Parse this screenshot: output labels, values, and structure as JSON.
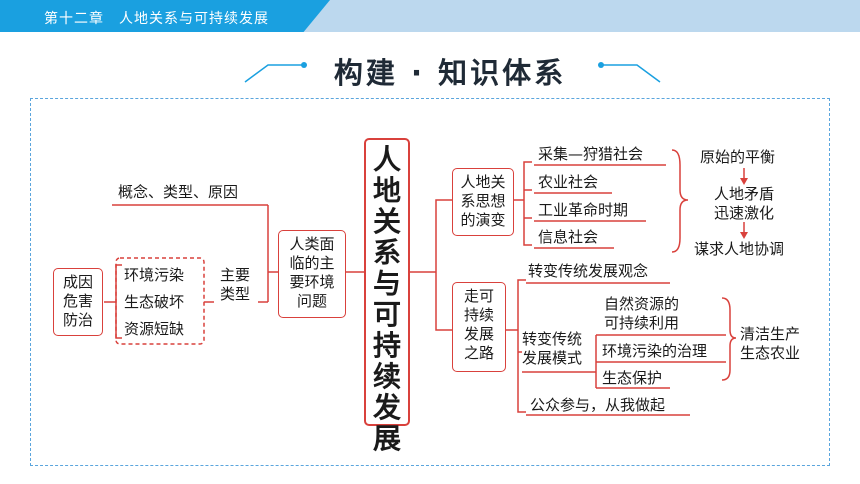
{
  "header": {
    "chapter_title": "第十二章　人地关系与可持续发展"
  },
  "heading": {
    "title": "构建 · 知识体系"
  },
  "colors": {
    "accent": "#1aa0e0",
    "line": "#d9413c",
    "frame": "#5aa5dd"
  },
  "center": {
    "label": "人\n地\n关\n系\n与\n可\n持\n续\n发\n展"
  },
  "left": {
    "causes_box": "成因\n危害\n防治",
    "problems": [
      "环境污染",
      "生态破坏",
      "资源短缺"
    ],
    "main_types": "主要\n类型",
    "concepts": "概念、类型、原因",
    "human_env_box": "人类面\n临的主\n要环境\n问题"
  },
  "upper": {
    "thought_box": "人地关\n系思想\n的演变",
    "stages": [
      "采集—狩猎社会",
      "农业社会",
      "工业革命时期",
      "信息社会"
    ],
    "evolution": [
      "原始的平衡",
      "人地矛盾\n迅速激化",
      "谋求人地协调"
    ]
  },
  "lower": {
    "path_box": "走可\n持续\n发展\n之路",
    "concept_change": "转变传统发展观念",
    "mode_change": "转变传统\n发展模式",
    "modes": [
      "自然资源的\n可持续利用",
      "环境污染的治理",
      "生态保护"
    ],
    "clean": "清洁生产\n生态农业",
    "public": "公众参与，从我做起"
  }
}
